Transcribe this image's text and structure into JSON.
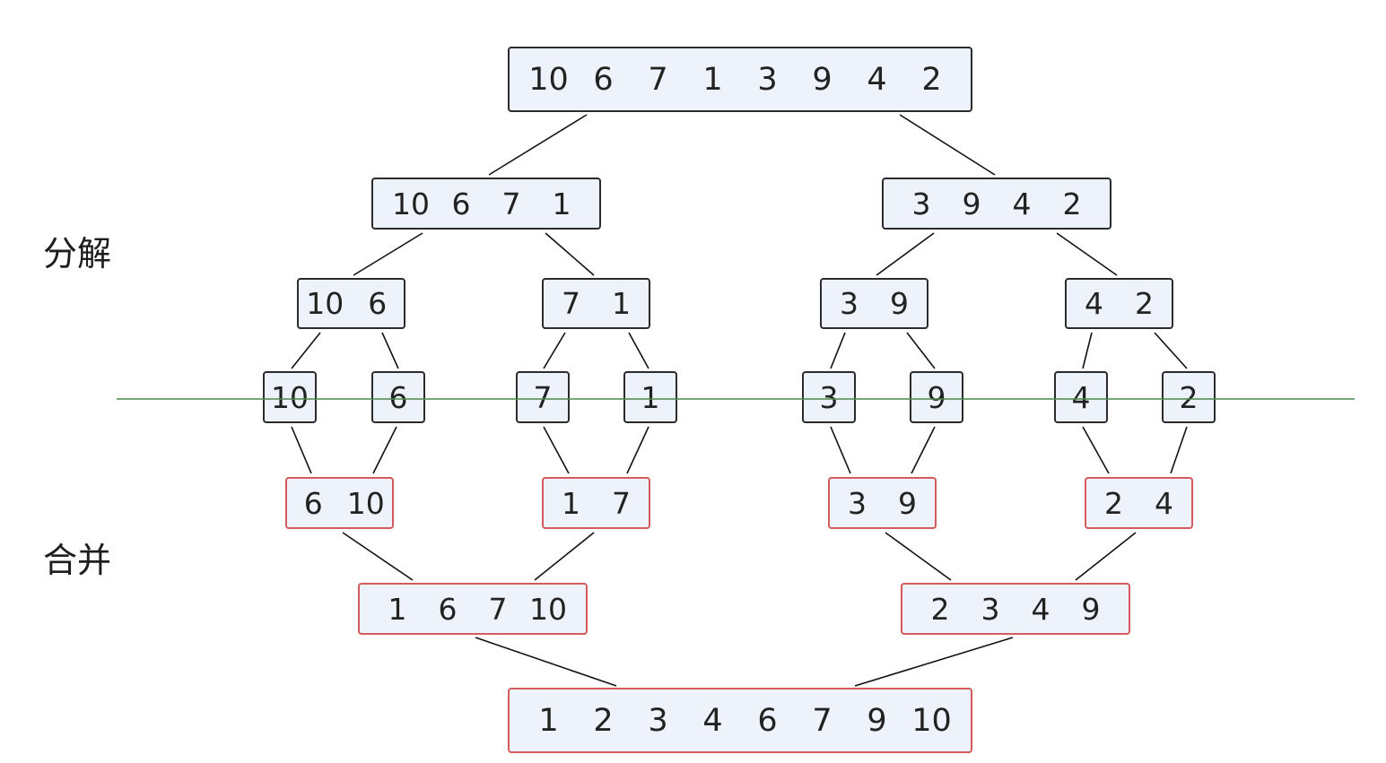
{
  "labels": {
    "split": "分解",
    "merge": "合并"
  },
  "colors": {
    "box_fill": "#eef2fb",
    "split_border": "#2b2b2b",
    "merge_border": "#d45b5b",
    "connector": "#111111",
    "divider": "#4a8a4a"
  },
  "split_levels": [
    [
      [
        "10",
        "6",
        "7",
        "1",
        "3",
        "9",
        "4",
        "2"
      ]
    ],
    [
      [
        "10",
        "6",
        "7",
        "1"
      ],
      [
        "3",
        "9",
        "4",
        "2"
      ]
    ],
    [
      [
        "10",
        "6"
      ],
      [
        "7",
        "1"
      ],
      [
        "3",
        "9"
      ],
      [
        "4",
        "2"
      ]
    ],
    [
      [
        "10"
      ],
      [
        "6"
      ],
      [
        "7"
      ],
      [
        "1"
      ],
      [
        "3"
      ],
      [
        "9"
      ],
      [
        "4"
      ],
      [
        "2"
      ]
    ]
  ],
  "merge_levels": [
    [
      [
        "6",
        "10"
      ],
      [
        "1",
        "7"
      ],
      [
        "3",
        "9"
      ],
      [
        "2",
        "4"
      ]
    ],
    [
      [
        "1",
        "6",
        "7",
        "10"
      ],
      [
        "2",
        "3",
        "4",
        "9"
      ]
    ],
    [
      [
        "1",
        "2",
        "3",
        "4",
        "6",
        "7",
        "9",
        "10"
      ]
    ]
  ]
}
